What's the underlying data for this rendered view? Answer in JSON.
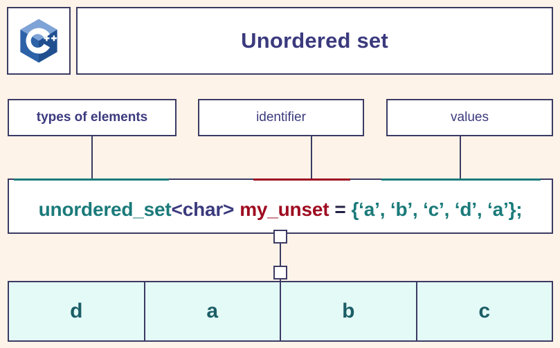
{
  "header": {
    "logo_icon": "cpp-logo-icon",
    "title": "Unordered set"
  },
  "labels": [
    {
      "id": "types-of-elements",
      "text": "types of elements"
    },
    {
      "id": "identifier",
      "text": "identifier"
    },
    {
      "id": "values",
      "text": "values"
    }
  ],
  "code": {
    "type_token": "unordered_set",
    "generic_token": "<char>",
    "identifier_token": "my_unset",
    "assign_token": "=",
    "values_token": "{‘a’, ‘b’, ‘c’, ‘d’, ‘a’};",
    "full_text": "unordered_set<char> my_unset = {‘a’, ‘b’, ‘c’, ‘d’, ‘a’};"
  },
  "table": {
    "cells": [
      "d",
      "a",
      "b",
      "c"
    ]
  },
  "colors": {
    "background": "#fdf3e8",
    "border": "#3b3a63",
    "title": "#3b3a7e",
    "type": "#1b7a7a",
    "identifier": "#9e0b20",
    "values": "#1b7a7a",
    "cell_fill": "#e4faf7",
    "cell_text": "#1b5e66"
  }
}
